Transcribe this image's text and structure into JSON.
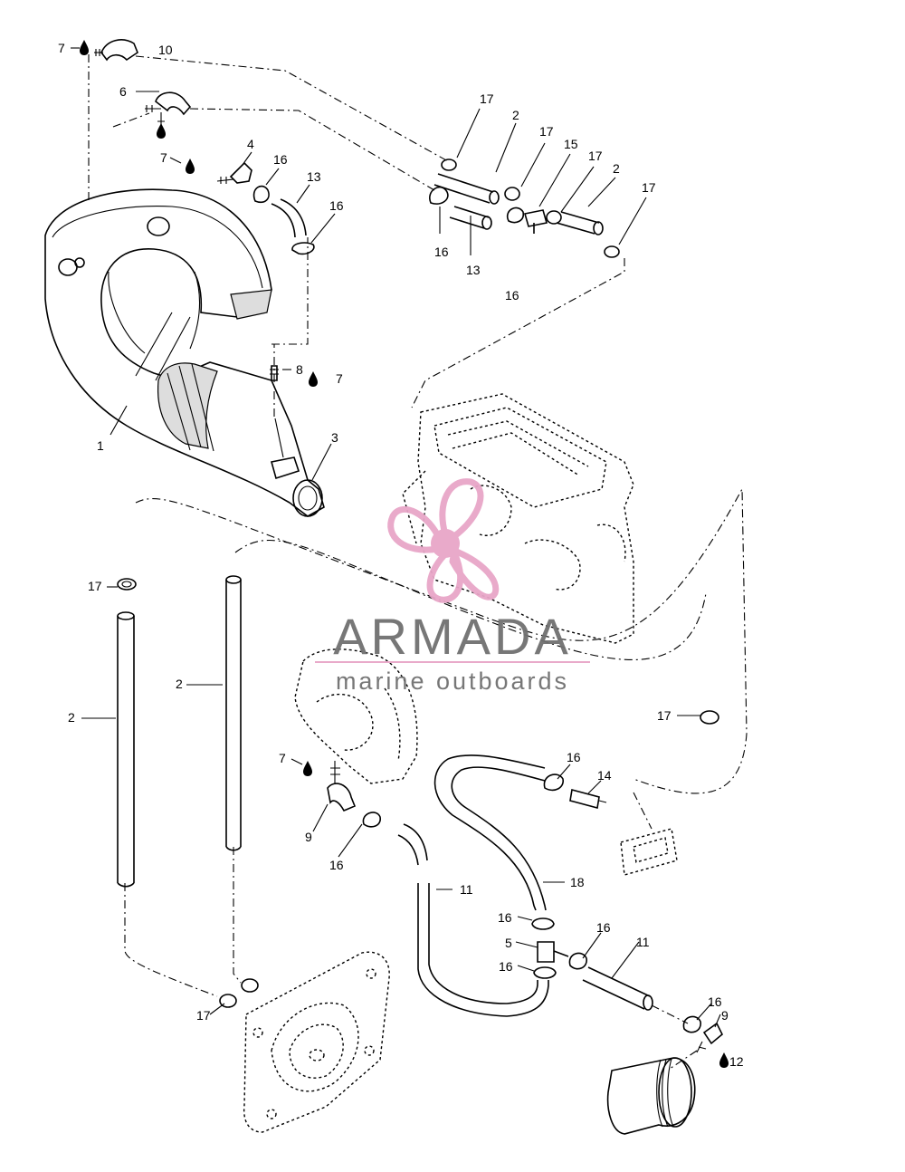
{
  "watermark": {
    "brand": "ARMADA",
    "tagline": "marine outboards",
    "accent_color": "#e8a6c8",
    "text_color": "#707070",
    "icon": "propeller-icon"
  },
  "callouts": {
    "c_7a": "7",
    "c_10": "10",
    "c_6": "6",
    "c_7b": "7",
    "c_4": "4",
    "c_16a": "16",
    "c_13a": "13",
    "c_16b": "16",
    "c_17a": "17",
    "c_2a": "2",
    "c_17b": "17",
    "c_15": "15",
    "c_17c": "17",
    "c_2b": "2",
    "c_17d": "17",
    "c_16c": "16",
    "c_13b": "13",
    "c_16d": "16",
    "c_8": "8",
    "c_7c": "7",
    "c_1": "1",
    "c_3": "3",
    "c_17e": "17",
    "c_2c": "2",
    "c_2d": "2",
    "c_17f": "17",
    "c_7d": "7",
    "c_16e": "16",
    "c_14": "14",
    "c_9a": "9",
    "c_16f": "16",
    "c_11a": "11",
    "c_18": "18",
    "c_16g": "16",
    "c_5": "5",
    "c_16h": "16",
    "c_11b": "11",
    "c_16i": "16",
    "c_16j": "16",
    "c_9b": "9",
    "c_12": "12",
    "c_17g": "17"
  }
}
